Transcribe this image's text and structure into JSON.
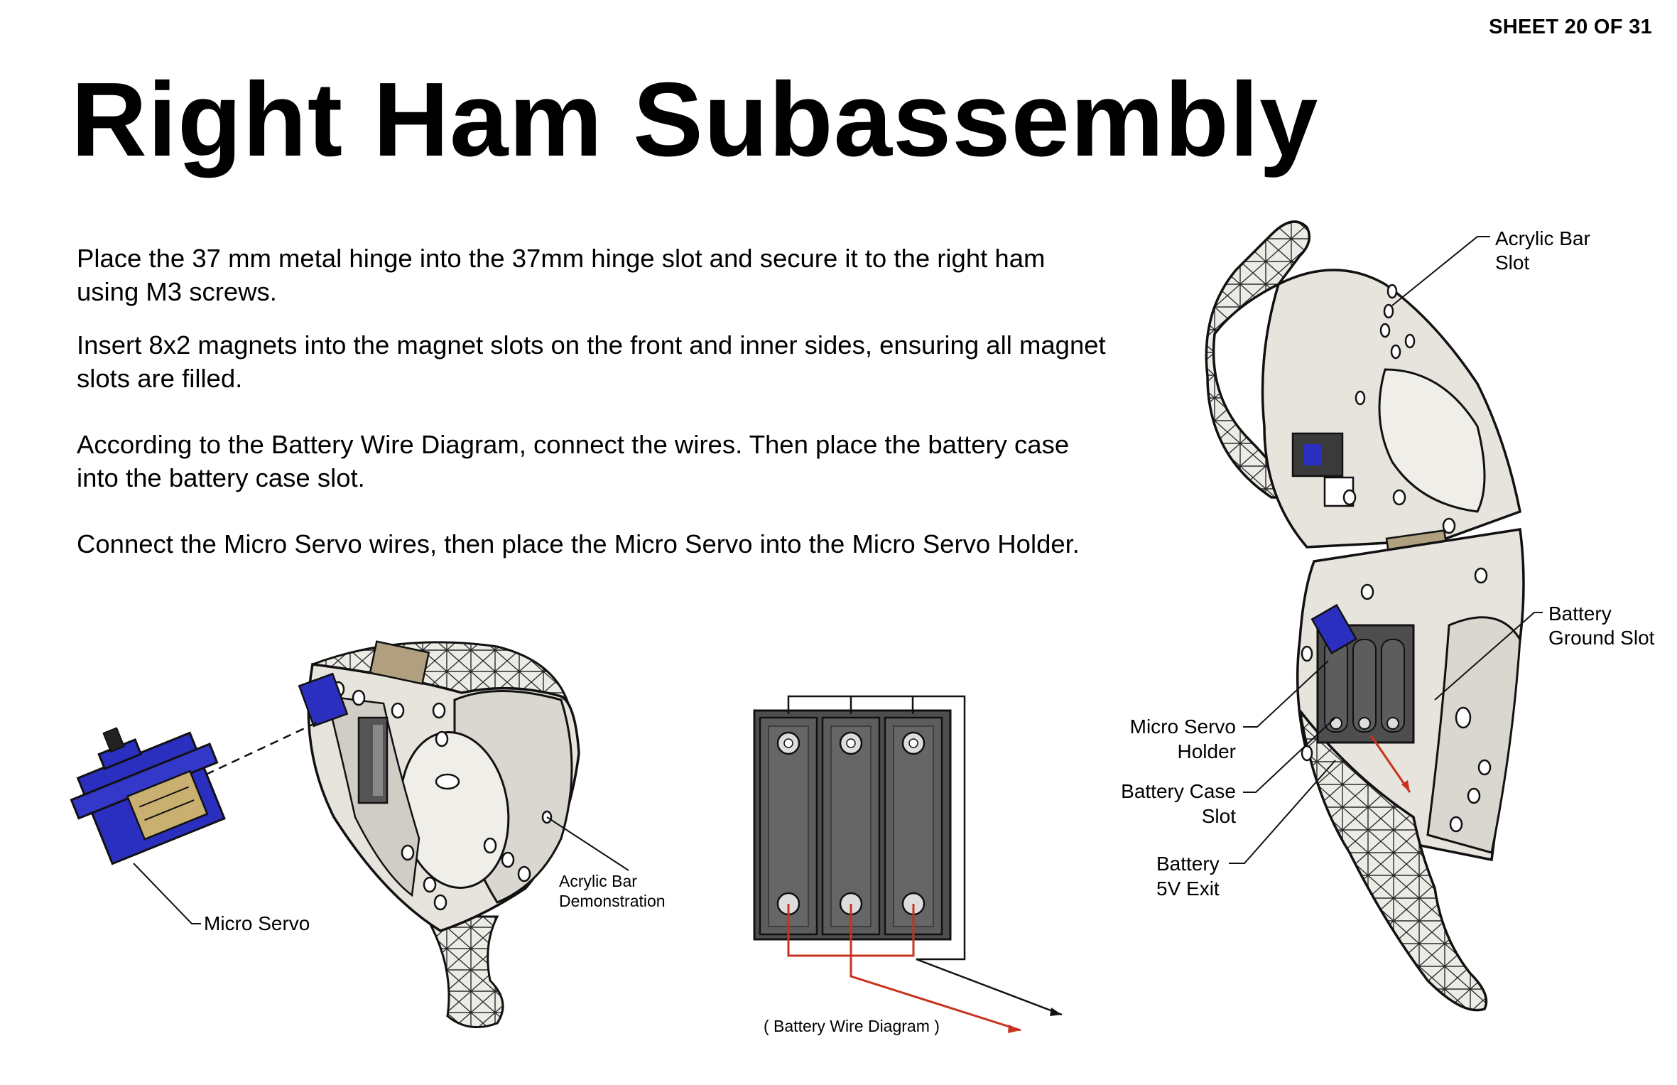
{
  "header": {
    "sheet_label": "SHEET 20 OF 31"
  },
  "title": "Right Ham Subassembly",
  "instructions": [
    "Place the 37 mm metal hinge into the 37mm hinge slot and secure it to the  right ham using M3 screws.",
    "Insert 8x2 magnets into the magnet slots on the front and inner sides, ensuring all magnet slots are filled.",
    "According to the Battery Wire Diagram, connect the wires. Then place the battery case into the battery case slot.",
    "Connect the Micro Servo wires, then place the Micro Servo into the Micro Servo Holder."
  ],
  "left_figure": {
    "micro_servo_label": "Micro Servo",
    "acrylic_bar_label_1": "Acrylic Bar",
    "acrylic_bar_label_2": "Demonstration"
  },
  "wire_diagram": {
    "caption": "( Battery Wire Diagram )"
  },
  "right_figure": {
    "acrylic_bar_slot_1": "Acrylic Bar",
    "acrylic_bar_slot_2": "Slot",
    "battery_ground_slot_1": "Battery",
    "battery_ground_slot_2": "Ground Slot",
    "micro_servo_holder_1": "Micro Servo",
    "micro_servo_holder_2": "Holder",
    "battery_case_slot_1": "Battery Case",
    "battery_case_slot_2": "Slot",
    "battery_5v_exit_1": "Battery",
    "battery_5v_exit_2": "5V Exit"
  },
  "colors": {
    "shell": "#e8e6df",
    "outline": "#1a1a1a",
    "servo_blue": "#2a2fc0",
    "battery_case": "#5a5a5a",
    "wire_red": "#c8321e",
    "hinge": "#b0a080"
  }
}
